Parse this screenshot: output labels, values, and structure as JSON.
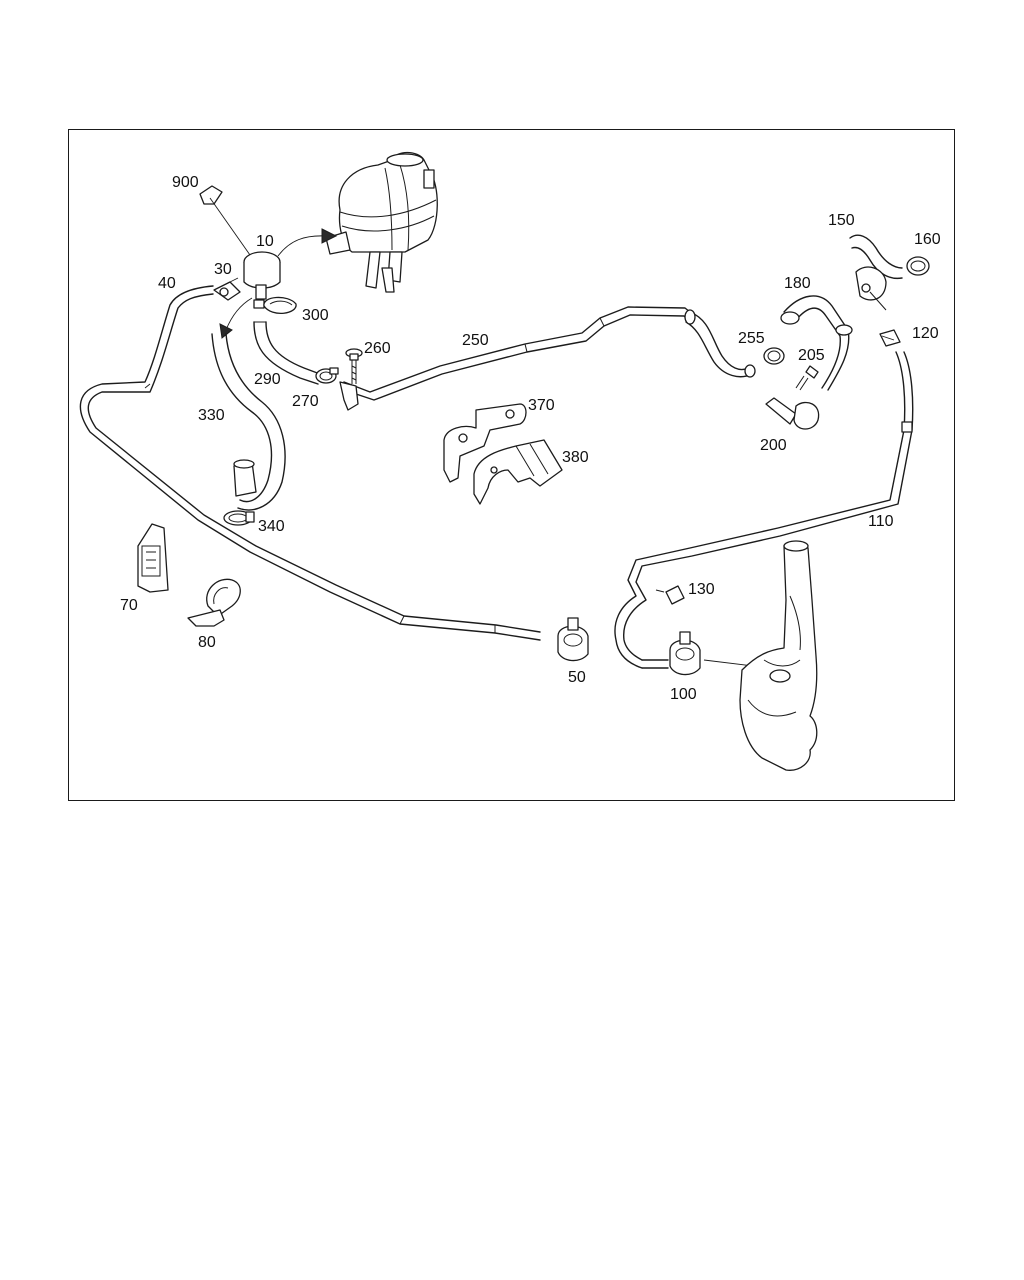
{
  "callouts": {
    "p10": "10",
    "p30": "30",
    "p40": "40",
    "p50": "50",
    "p70": "70",
    "p80": "80",
    "p100": "100",
    "p110": "110",
    "p120": "120",
    "p130": "130",
    "p150": "150",
    "p160": "160",
    "p180": "180",
    "p200": "200",
    "p205": "205",
    "p250": "250",
    "p255": "255",
    "p260": "260",
    "p270": "270",
    "p290": "290",
    "p300": "300",
    "p330": "330",
    "p340": "340",
    "p370": "370",
    "p380": "380",
    "p900": "900"
  },
  "colors": {
    "line": "#1c1c1c",
    "frame": "#1a1a1a",
    "background": "#ffffff"
  }
}
